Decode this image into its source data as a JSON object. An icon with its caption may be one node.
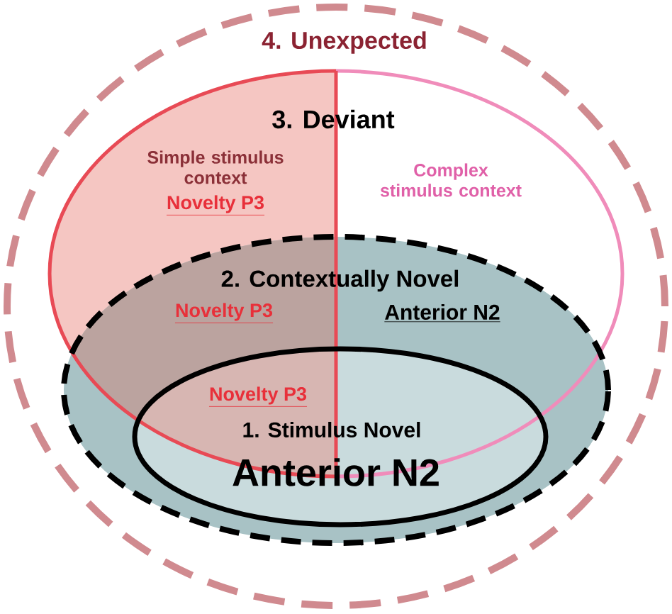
{
  "diagram": {
    "nodes": [
      {
        "text": [
          "4. Unexpected"
        ]
      },
      {
        "text": [
          "3. Deviant",
          "Simple stimulus context",
          "Novelty P3",
          "Complex stimulus context"
        ],
        "in": 0
      },
      {
        "text": [
          "2. Contextually Novel",
          "Novelty P3",
          "Anterior N2"
        ],
        "in": 0
      },
      {
        "text": [
          "Novelty P3",
          "1. Stimulus Novel",
          "Anterior N2"
        ],
        "in": 2
      }
    ]
  }
}
